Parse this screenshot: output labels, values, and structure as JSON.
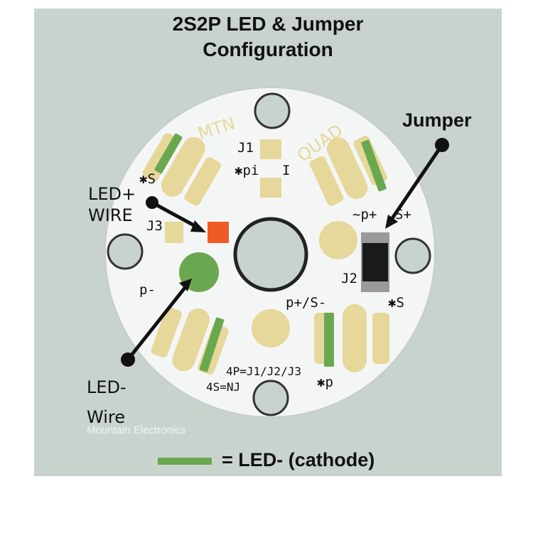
{
  "title": {
    "line1": "2S2P LED & Jumper",
    "line2": "Configuration"
  },
  "board": {
    "silkscreen": {
      "mtn": "MTN",
      "quad": "QUAD",
      "j1": "J1",
      "pi": "✱pi",
      "bar": "I",
      "s_left": "✱S",
      "j3": "J3",
      "p_right": "~p+",
      "s_plus": "S+",
      "j2": "J2",
      "p_minus": "p-",
      "ps_minus": "p+/S-",
      "s_right": "✱S",
      "config_1": "4P=J1/J2/J3",
      "config_2": "4S=NJ",
      "p_bottom": "✱p"
    }
  },
  "callouts": {
    "led_plus_1": "LED+",
    "led_plus_2": "WIRE",
    "led_minus_1": "LED-",
    "led_minus_2": "Wire",
    "jumper": "Jumper"
  },
  "watermark": "Mountain Electronics",
  "legend": {
    "text": "= LED- (cathode)"
  },
  "colors": {
    "panel": "#c9d3ce",
    "board": "#f4f6f6",
    "pad": "#e6d79a",
    "cathode_green": "#6aa84f",
    "wire_plus": "#f05a24",
    "jumper_body": "#1a1a1a"
  }
}
